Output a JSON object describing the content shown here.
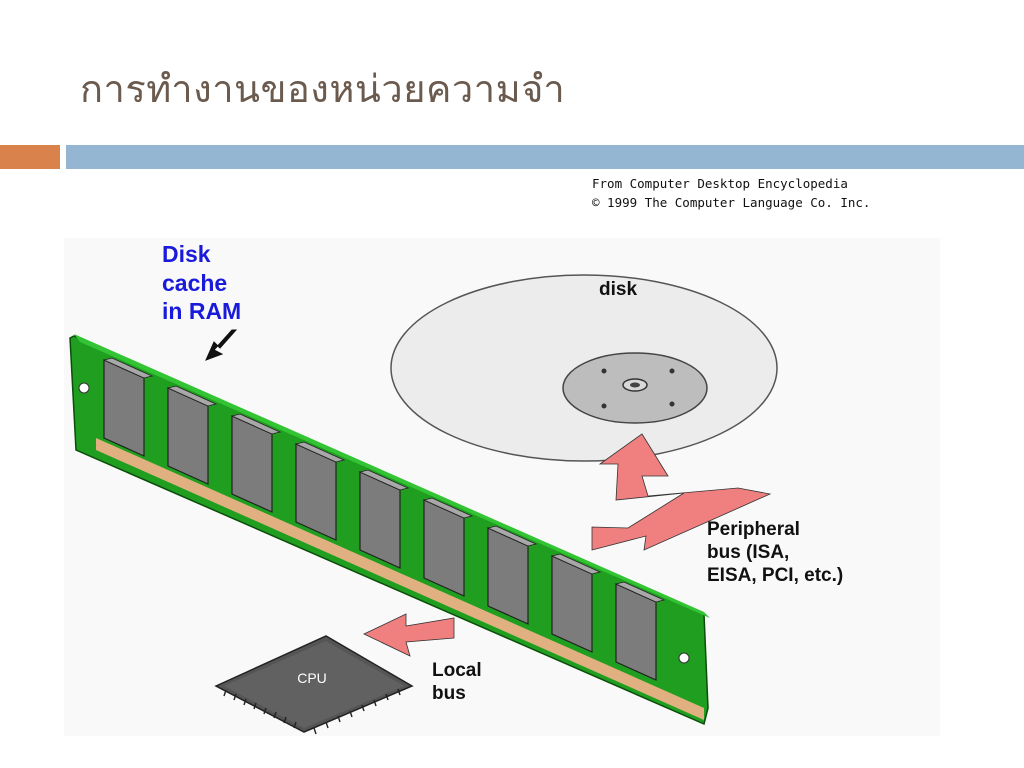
{
  "slide": {
    "title": "การทำงานของหน่วยความจำ"
  },
  "credit": {
    "line1": "From Computer Desktop Encyclopedia",
    "line2": "© 1999 The Computer Language Co. Inc."
  },
  "diagram": {
    "labels": {
      "disk_cache": [
        "Disk",
        "cache",
        "in RAM"
      ],
      "disk": "disk",
      "peripheral_bus": [
        "Peripheral",
        "bus (ISA,",
        "EISA, PCI, etc.)"
      ],
      "local_bus": [
        "Local",
        "bus"
      ],
      "cpu": "CPU"
    },
    "colors": {
      "pcb_green": "#22bb22",
      "chip_gray": "#7f7f7f",
      "arrow_pink": "#f08080",
      "label_blue": "#1a1adb",
      "disk_platter": "#e8e8e8"
    }
  }
}
